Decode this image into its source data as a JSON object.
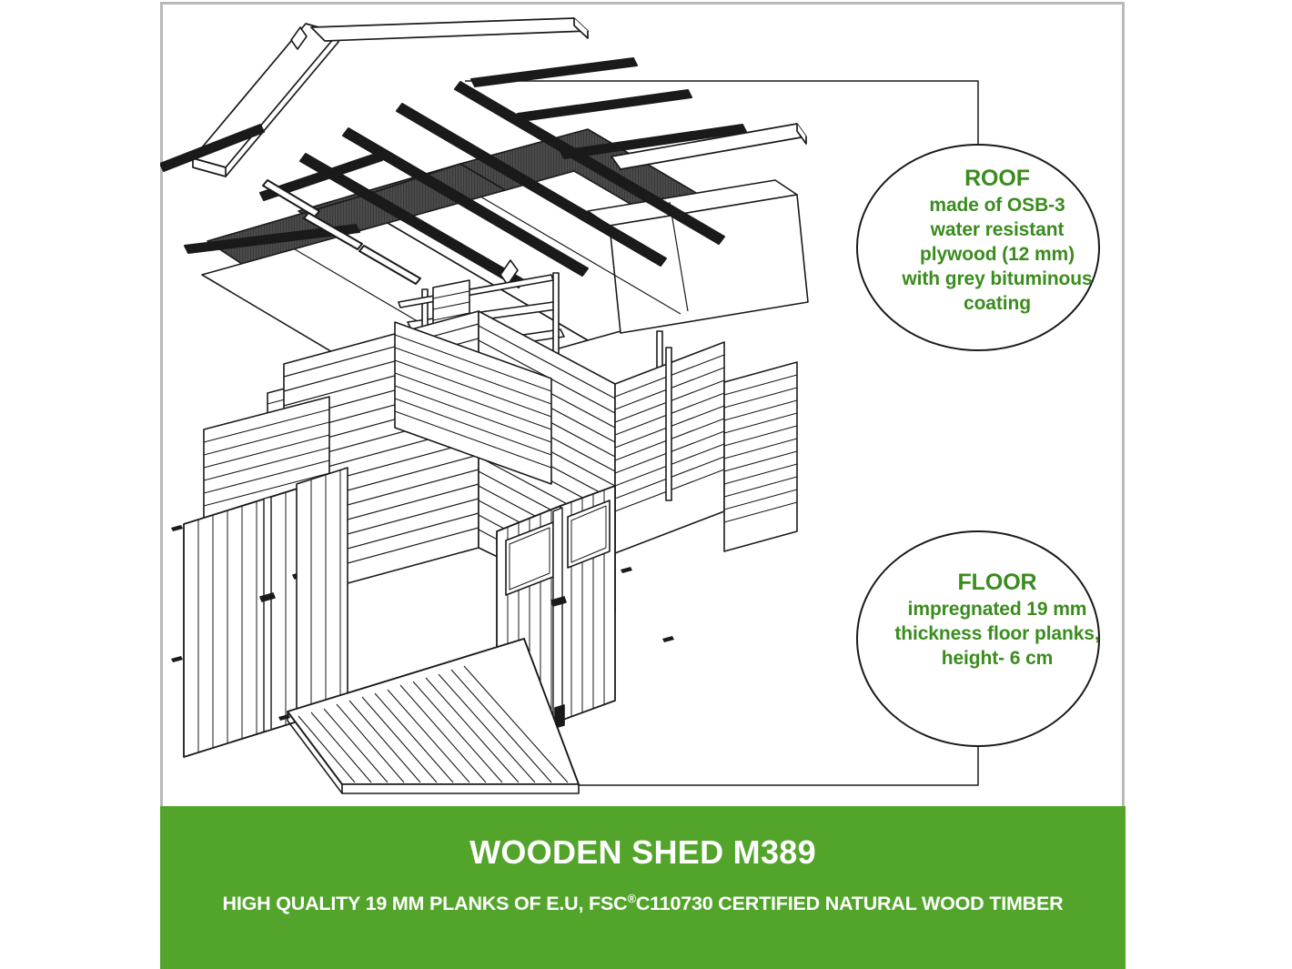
{
  "figure": {
    "type": "exploded-isometric-assembly-drawing",
    "subject": "wooden garden shed",
    "parts": [
      "bituminous roof panels",
      "OSB-3 roof boards",
      "ridge beams and battens",
      "log-plank walls",
      "double entrance doors",
      "window panel",
      "floor planks platform"
    ]
  },
  "callouts": [
    {
      "id": "roof",
      "title": "ROOF",
      "lines": [
        "made of OSB-3",
        "water resistant",
        "plywood (12 mm)",
        "with grey bituminous",
        "coating"
      ]
    },
    {
      "id": "floor",
      "title": "FLOOR",
      "lines": [
        "impregnated 19 mm",
        "thickness floor planks,",
        "height- 6 cm"
      ]
    }
  ],
  "banner": {
    "title": "WOODEN SHED M389",
    "subtitle_before": "HIGH QUALITY 19 MM PLANKS OF E.U, FSC",
    "subtitle_mark": "®",
    "subtitle_after": "C110730 CERTIFIED NATURAL WOOD TIMBER"
  },
  "colors": {
    "banner_green": "#52a52a",
    "callout_text_green": "#3a8c1e",
    "roof_panel_grey": "#4a4a4a",
    "line_black": "#1a1a1a",
    "frame_grey": "#b9b9b9"
  }
}
